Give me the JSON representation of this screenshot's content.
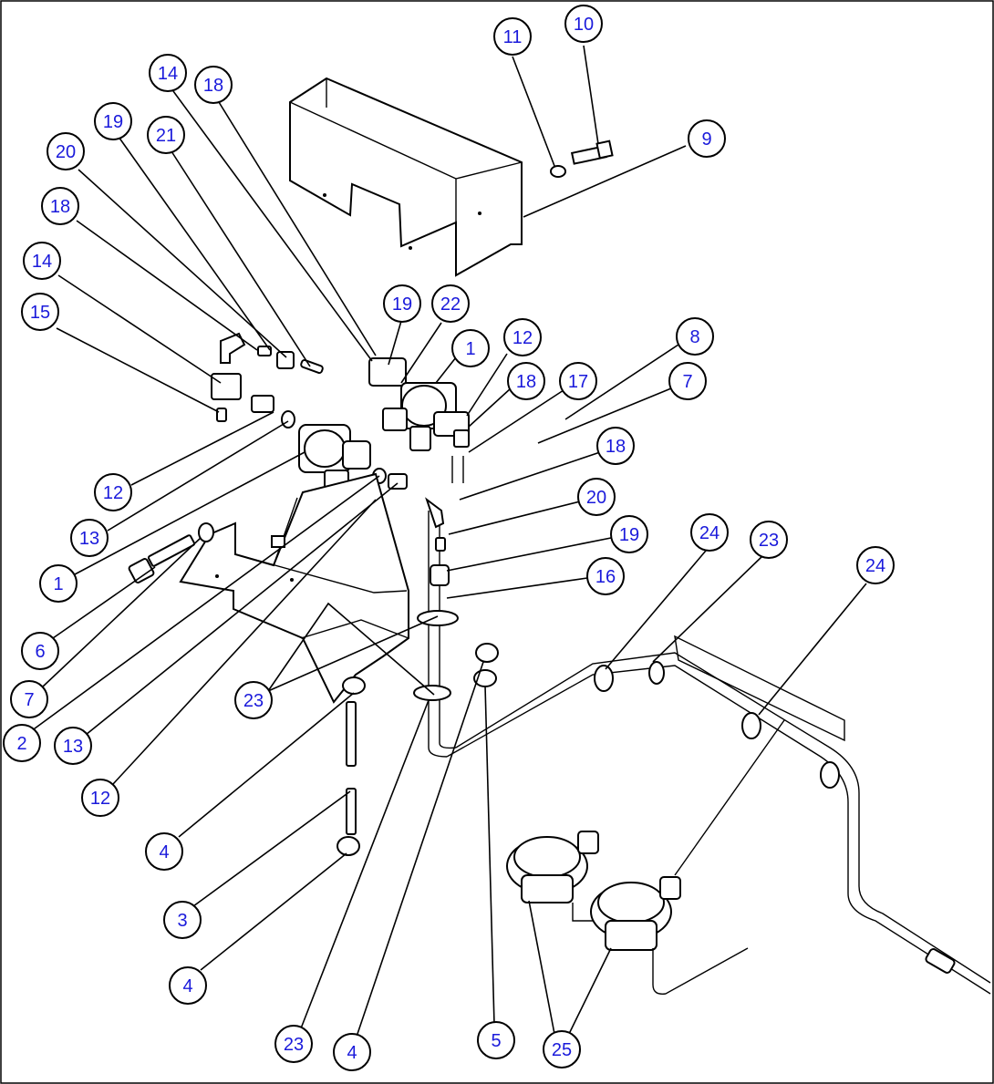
{
  "colors": {
    "callout_text": "#1a1adb",
    "line": "#000000",
    "background": "#ffffff"
  },
  "callouts": [
    {
      "label": "10"
    },
    {
      "label": "11"
    },
    {
      "label": "9"
    },
    {
      "label": "14"
    },
    {
      "label": "18"
    },
    {
      "label": "19"
    },
    {
      "label": "21"
    },
    {
      "label": "20"
    },
    {
      "label": "18"
    },
    {
      "label": "14"
    },
    {
      "label": "15"
    },
    {
      "label": "19"
    },
    {
      "label": "22"
    },
    {
      "label": "1"
    },
    {
      "label": "12"
    },
    {
      "label": "18"
    },
    {
      "label": "17"
    },
    {
      "label": "8"
    },
    {
      "label": "7"
    },
    {
      "label": "18"
    },
    {
      "label": "20"
    },
    {
      "label": "19"
    },
    {
      "label": "16"
    },
    {
      "label": "12"
    },
    {
      "label": "13"
    },
    {
      "label": "1"
    },
    {
      "label": "6"
    },
    {
      "label": "7"
    },
    {
      "label": "2"
    },
    {
      "label": "13"
    },
    {
      "label": "23"
    },
    {
      "label": "12"
    },
    {
      "label": "24"
    },
    {
      "label": "23"
    },
    {
      "label": "24"
    },
    {
      "label": "4"
    },
    {
      "label": "3"
    },
    {
      "label": "4"
    },
    {
      "label": "23"
    },
    {
      "label": "4"
    },
    {
      "label": "5"
    },
    {
      "label": "25"
    }
  ]
}
